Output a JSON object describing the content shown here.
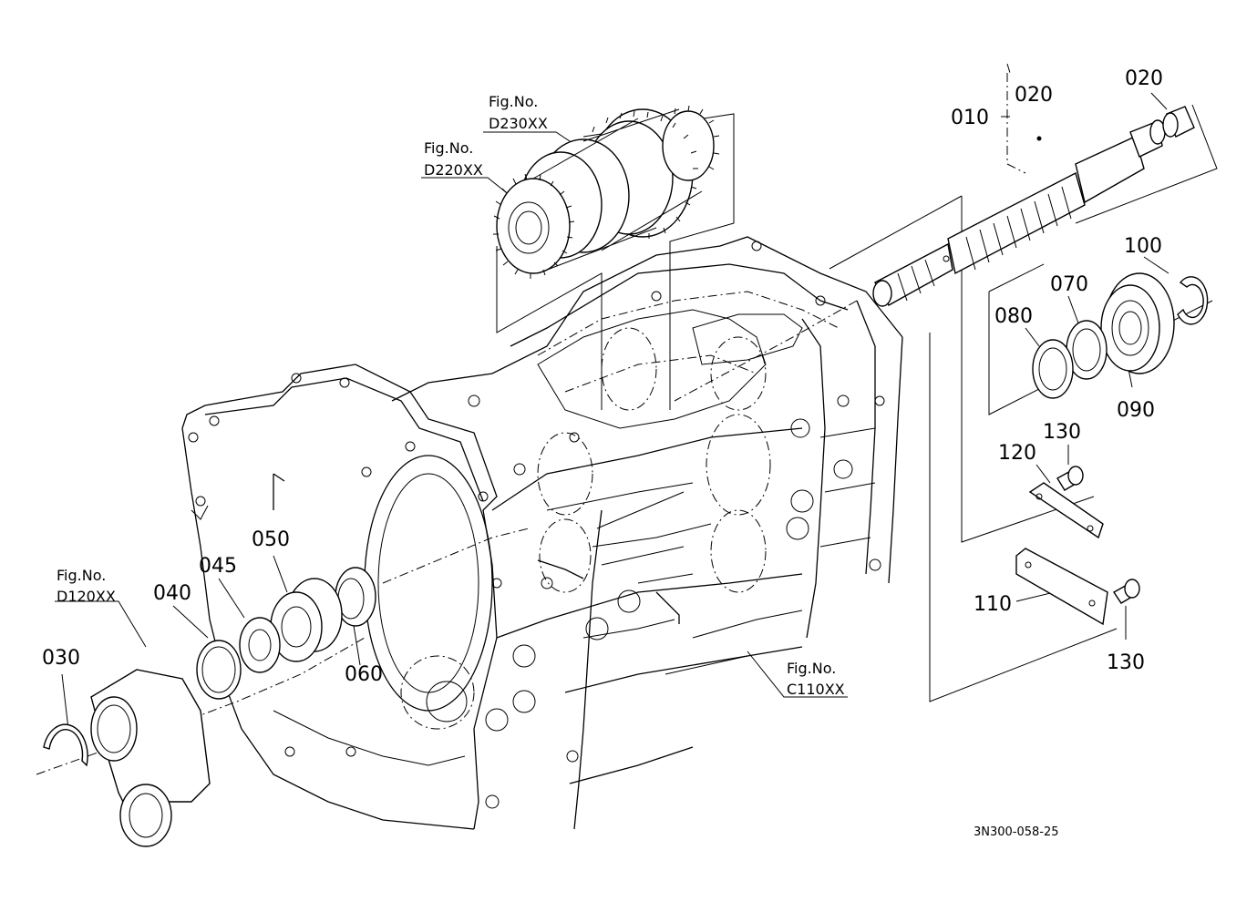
{
  "labels": {
    "p010": "010",
    "p020a": "020",
    "p020b": "020",
    "p030": "030",
    "p040": "040",
    "p045": "045",
    "p050": "050",
    "p060": "060",
    "p070": "070",
    "p080": "080",
    "p090": "090",
    "p100": "100",
    "p110": "110",
    "p120": "120",
    "p130a": "130",
    "p130b": "130"
  },
  "figrefs": {
    "d230_title": "Fig.No.",
    "d230_code": "D230XX",
    "d220_title": "Fig.No.",
    "d220_code": "D220XX",
    "d120_title": "Fig.No.",
    "d120_code": "D120XX",
    "c110_title": "Fig.No.",
    "c110_code": "C110XX"
  },
  "drawing_code": "3N300-058-25"
}
